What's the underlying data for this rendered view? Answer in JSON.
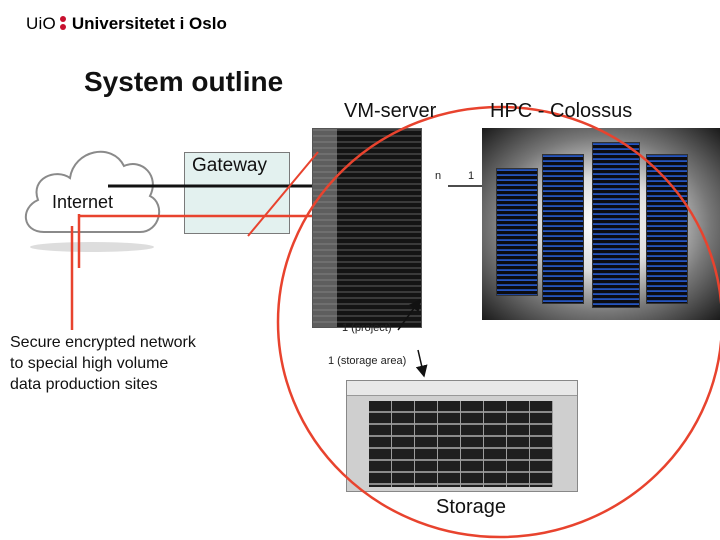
{
  "header": {
    "logo_uio": "UiO",
    "logo_name": "Universitetet i Oslo"
  },
  "slide": {
    "title": "System outline"
  },
  "labels": {
    "vm_server": "VM-server",
    "hpc": "HPC - Colossus",
    "gateway": "Gateway",
    "internet": "Internet",
    "storage": "Storage",
    "multiplicity_n": "n",
    "multiplicity_1": "1",
    "project_link": "1 (project)",
    "storage_link": "1 (storage area)"
  },
  "note": {
    "line1": "Secure encrypted network",
    "line2": "to special high volume",
    "line3": "data production sites"
  },
  "colors": {
    "red_link": "#e8432e",
    "boundary": "#e8432e",
    "black_link": "#111111",
    "gateway_fill": "#e3f1ef",
    "uio_red": "#c8102e"
  }
}
